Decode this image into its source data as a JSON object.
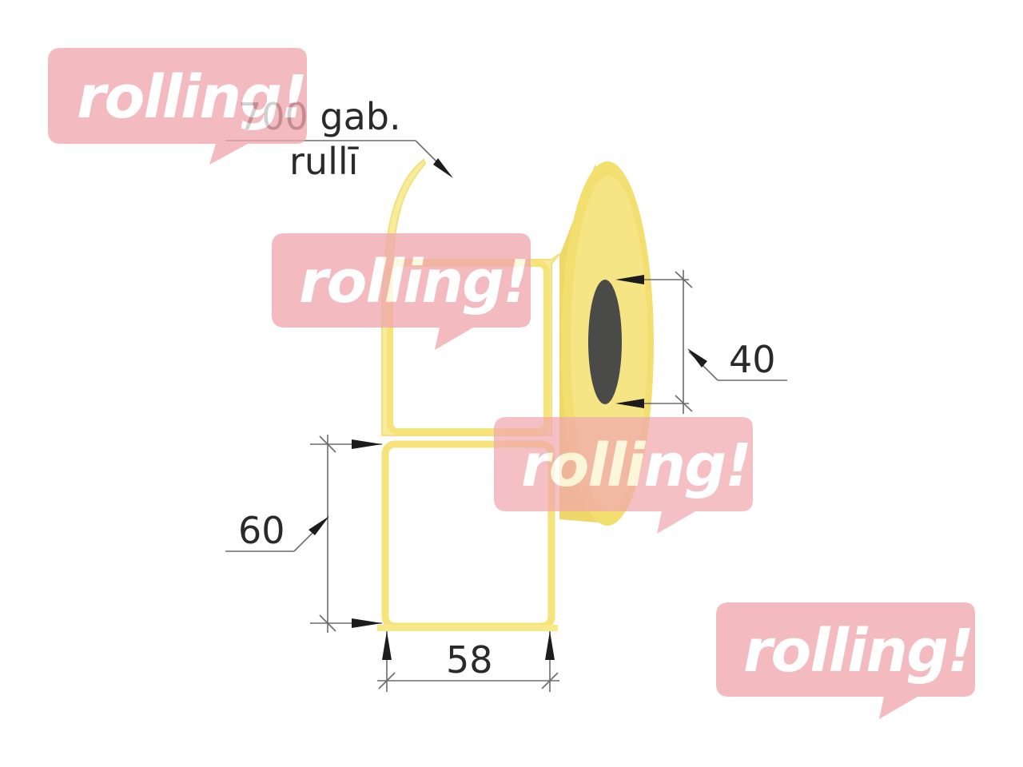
{
  "quantity": {
    "count_label": "700 gab.",
    "unit_label": "rullī"
  },
  "dimensions": {
    "core_diameter": "40",
    "label_height": "60",
    "label_width": "58"
  },
  "watermark": {
    "text": "rolling!",
    "color": "#f0a8ae"
  },
  "colors": {
    "label_edge": "#f7e98a",
    "roll_face": "#f3df70",
    "roll_core": "#4a4a48",
    "dimension_line": "#6b6b6b"
  }
}
